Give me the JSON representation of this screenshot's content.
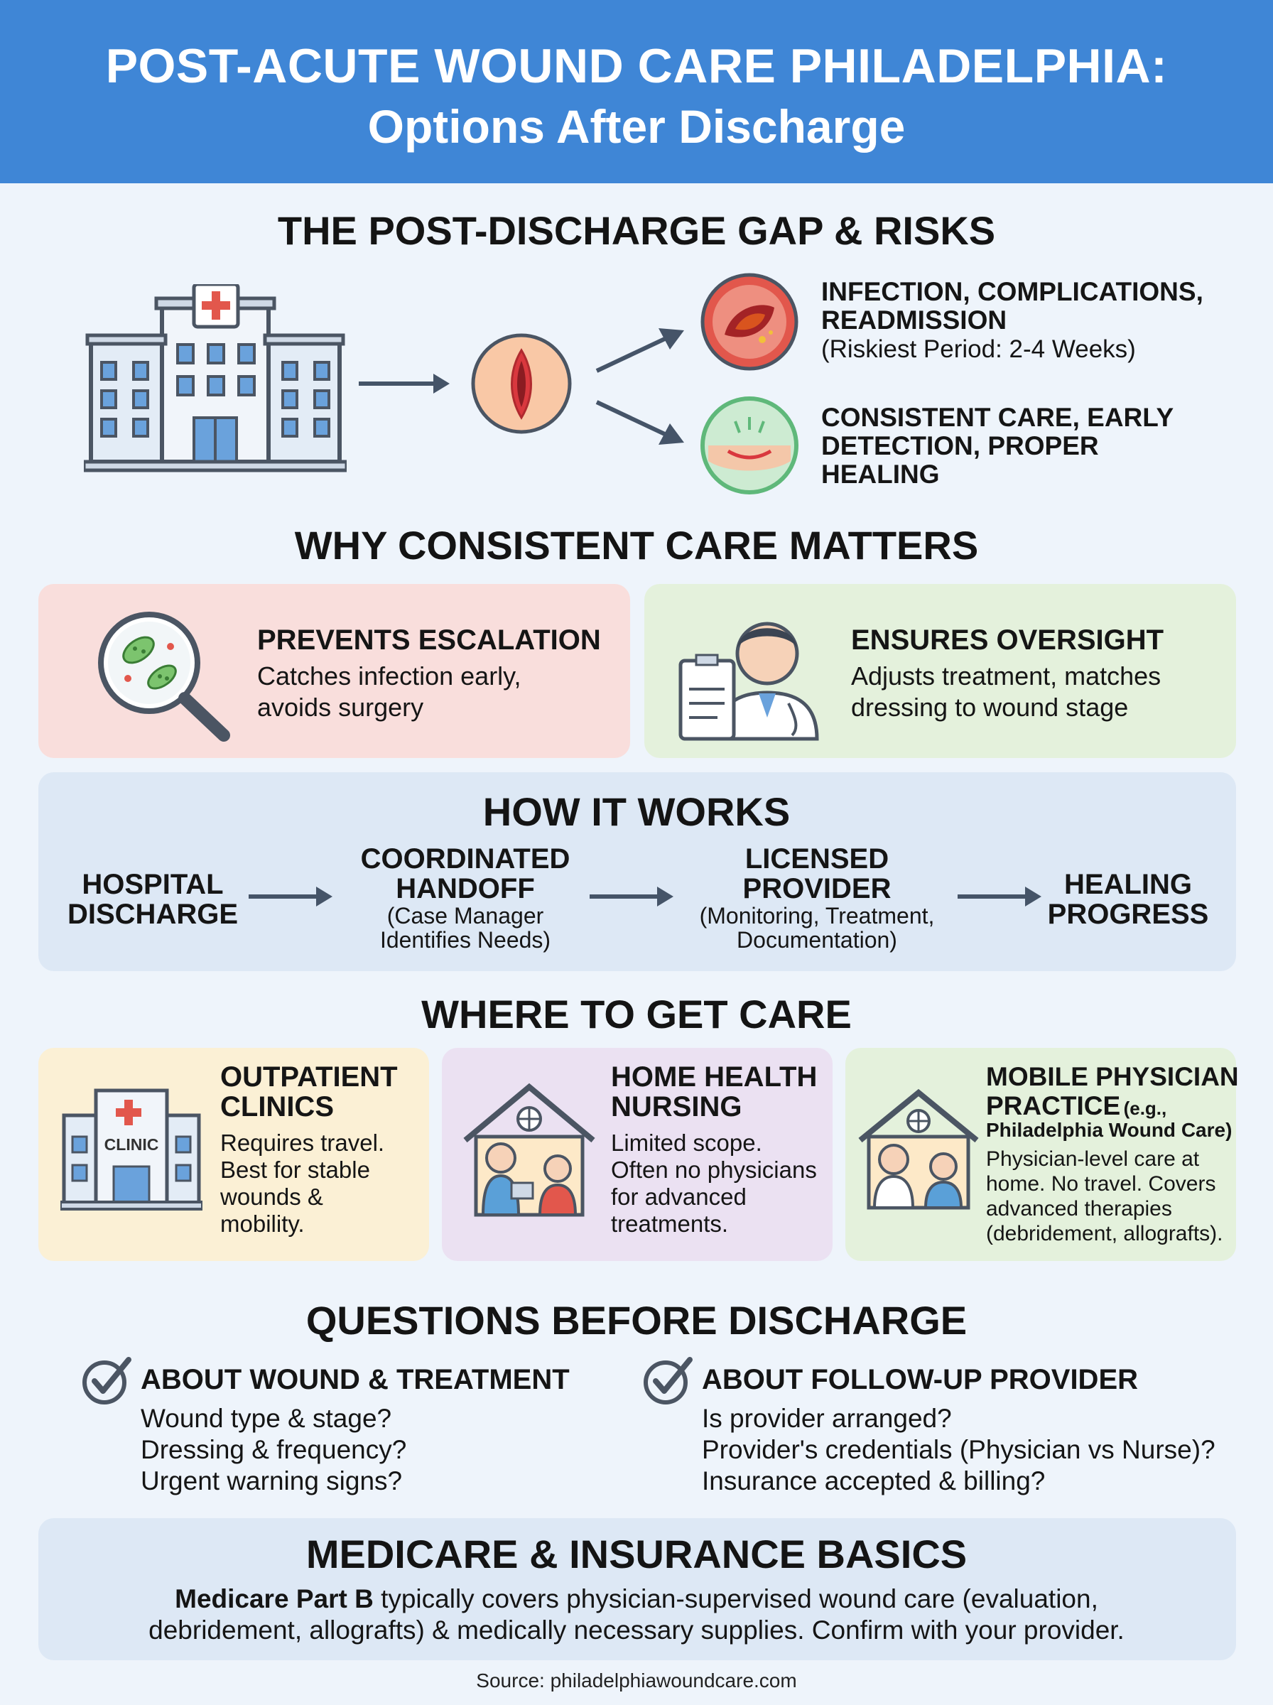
{
  "header": {
    "title_line1": "POST-ACUTE WOUND CARE PHILADELPHIA:",
    "title_line2": "Options After Discharge"
  },
  "gap": {
    "heading": "THE POST-DISCHARGE GAP & RISKS",
    "risk_title_1": "INFECTION, COMPLICATIONS,",
    "risk_title_2": "READMISSION",
    "risk_note": "(Riskiest Period: 2-4 Weeks)",
    "good_1": "CONSISTENT CARE, EARLY",
    "good_2": "DETECTION, PROPER",
    "good_3": "HEALING"
  },
  "why": {
    "heading": "WHY CONSISTENT CARE MATTERS",
    "card1_title": "PREVENTS ESCALATION",
    "card1_line1": "Catches infection early,",
    "card1_line2": "avoids surgery",
    "card2_title": "ENSURES OVERSIGHT",
    "card2_line1": "Adjusts treatment, matches",
    "card2_line2": "dressing to wound stage"
  },
  "how": {
    "heading": "HOW IT WORKS",
    "s1_l1": "HOSPITAL",
    "s1_l2": "DISCHARGE",
    "s2_l1": "COORDINATED",
    "s2_l2": "HANDOFF",
    "s2_sub1": "(Case Manager",
    "s2_sub2": "Identifies Needs)",
    "s3_l1": "LICENSED",
    "s3_l2": "PROVIDER",
    "s3_sub1": "(Monitoring, Treatment,",
    "s3_sub2": "Documentation)",
    "s4_l1": "HEALING",
    "s4_l2": "PROGRESS"
  },
  "where": {
    "heading": "WHERE TO GET CARE",
    "c1_t1": "OUTPATIENT",
    "c1_t2": "CLINICS",
    "c1_icon_label": "CLINIC",
    "c1_b1": "Requires travel.",
    "c1_b2": "Best for stable",
    "c1_b3": "wounds &",
    "c1_b4": "mobility.",
    "c2_t1": "HOME HEALTH",
    "c2_t2": "NURSING",
    "c2_b1": "Limited scope.",
    "c2_b2": "Often no physicians",
    "c2_b3": "for advanced",
    "c2_b4": "treatments.",
    "c3_t1": "MOBILE PHYSICIAN",
    "c3_t2": "PRACTICE",
    "c3_t2_small": "(e.g.,",
    "c3_t3": "Philadelphia Wound Care)",
    "c3_b1": "Physician-level care at",
    "c3_b2": "home. No travel. Covers",
    "c3_b3": "advanced therapies",
    "c3_b4": "(debridement, allografts)."
  },
  "questions": {
    "heading": "QUESTIONS BEFORE DISCHARGE",
    "left_title": "ABOUT WOUND & TREATMENT",
    "left_items": [
      "Wound type & stage?",
      "Dressing & frequency?",
      "Urgent warning signs?"
    ],
    "right_title": "ABOUT FOLLOW-UP PROVIDER",
    "right_items": [
      "Is provider arranged?",
      "Provider's credentials (Physician vs Nurse)?",
      "Insurance accepted & billing?"
    ]
  },
  "medicare": {
    "heading": "MEDICARE & INSURANCE BASICS",
    "bold": "Medicare Part B",
    "line1_rest": " typically covers physician-supervised wound care (evaluation,",
    "line2": "debridement, allografts) & medically necessary supplies. Confirm with your provider."
  },
  "source": "Source: philadelphiawoundcare.com",
  "colors": {
    "header_blue": "#3f86d6",
    "risk_red": "#e2574c",
    "healing_green": "#5fb87a",
    "card_pink": "#f9dedc",
    "card_green": "#e4f1dc",
    "card_blue": "#dde8f5",
    "card_yellow": "#fbf0d5",
    "card_purple": "#ebe1f2"
  }
}
